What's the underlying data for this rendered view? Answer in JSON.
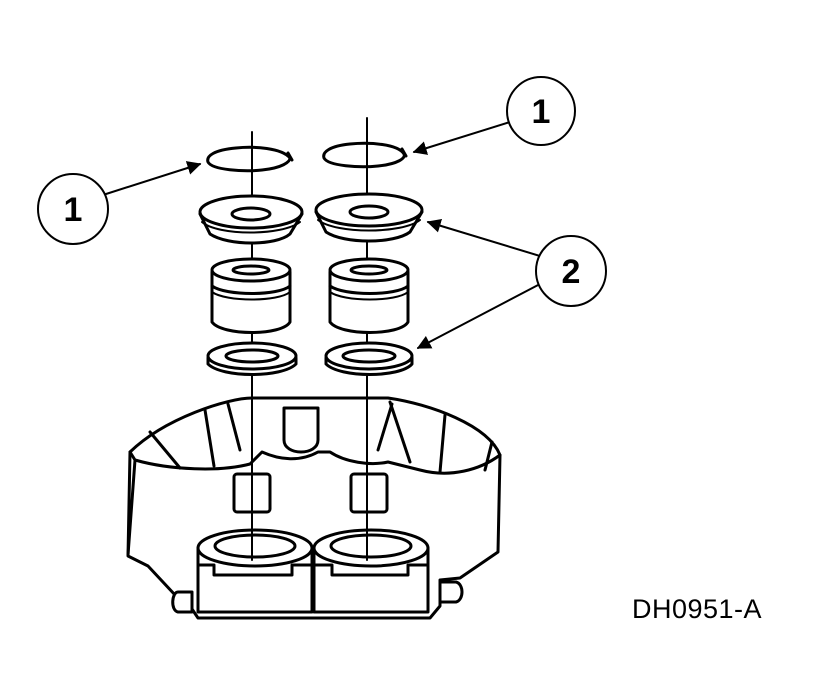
{
  "figure": {
    "id": "DH0951-A"
  },
  "callouts": [
    {
      "label": "1"
    },
    {
      "label": "1"
    },
    {
      "label": "2"
    }
  ],
  "colors": {
    "line": "#000000",
    "fill": "#ffffff"
  }
}
